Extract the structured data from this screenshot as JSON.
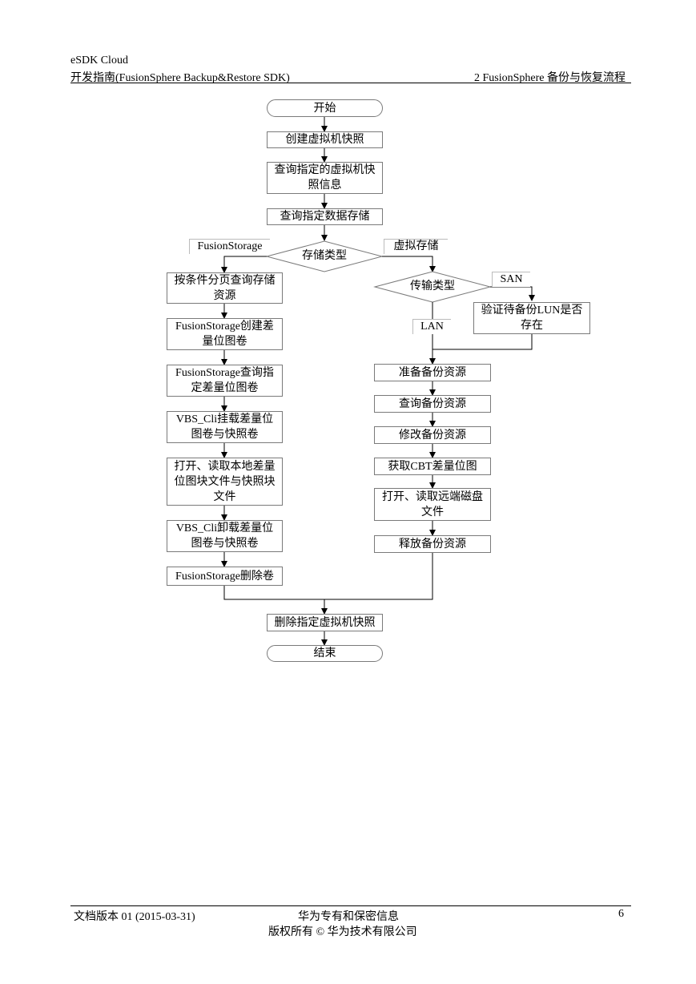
{
  "header": {
    "product": "eSDK Cloud",
    "guide": "开发指南(FusionSphere Backup&Restore SDK)",
    "chapter": "2 FusionSphere 备份与恢复流程"
  },
  "flow": {
    "start": "开始",
    "create_snapshot": "创建虚拟机快照",
    "query_snapshot": "查询指定的虚拟机快照信息",
    "query_datastore": "查询指定数据存储",
    "storage_type": "存储类型",
    "branch_fusionstorage": "FusionStorage",
    "branch_virtual": "虚拟存储",
    "left_1": "按条件分页查询存储资源",
    "left_2": "FusionStorage创建差量位图卷",
    "left_3": "FusionStorage查询指定差量位图卷",
    "left_4": "VBS_Cli挂载差量位图卷与快照卷",
    "left_5": "打开、读取本地差量位图块文件与快照块文件",
    "left_6": "VBS_Cli卸载差量位图卷与快照卷",
    "left_7": "FusionStorage删除卷",
    "transport_type": "传输类型",
    "branch_san": "SAN",
    "branch_lan": "LAN",
    "verify_lun": "验证待备份LUN是否存在",
    "right_1": "准备备份资源",
    "right_2": "查询备份资源",
    "right_3": "修改备份资源",
    "right_4": "获取CBT差量位图",
    "right_5": "打开、读取远端磁盘文件",
    "right_6": "释放备份资源",
    "delete_snapshot": "删除指定虚拟机快照",
    "end": "结束"
  },
  "footer": {
    "version": "文档版本 01 (2015-03-31)",
    "confidential": "华为专有和保密信息",
    "copyright": "版权所有 © 华为技术有限公司",
    "page": "6"
  }
}
